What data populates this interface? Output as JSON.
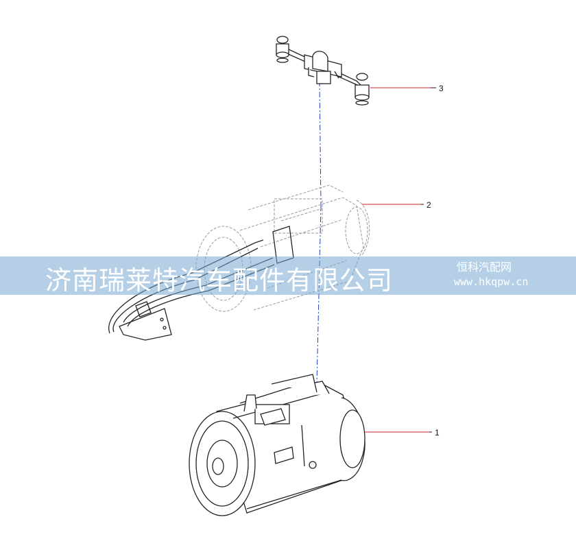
{
  "callouts": [
    {
      "id": "callout-3",
      "label": "3"
    },
    {
      "id": "callout-2",
      "label": "2"
    },
    {
      "id": "callout-1",
      "label": "1"
    }
  ],
  "watermark": {
    "company": "济南瑞莱特汽车配件有限公司",
    "site": "恒科汽配网",
    "url": "www.hkqpw.cn"
  },
  "colors": {
    "line": "#222222",
    "ghost": "#9a9a9a",
    "leader": "#cc2222",
    "axis": "#1f3fbf"
  }
}
